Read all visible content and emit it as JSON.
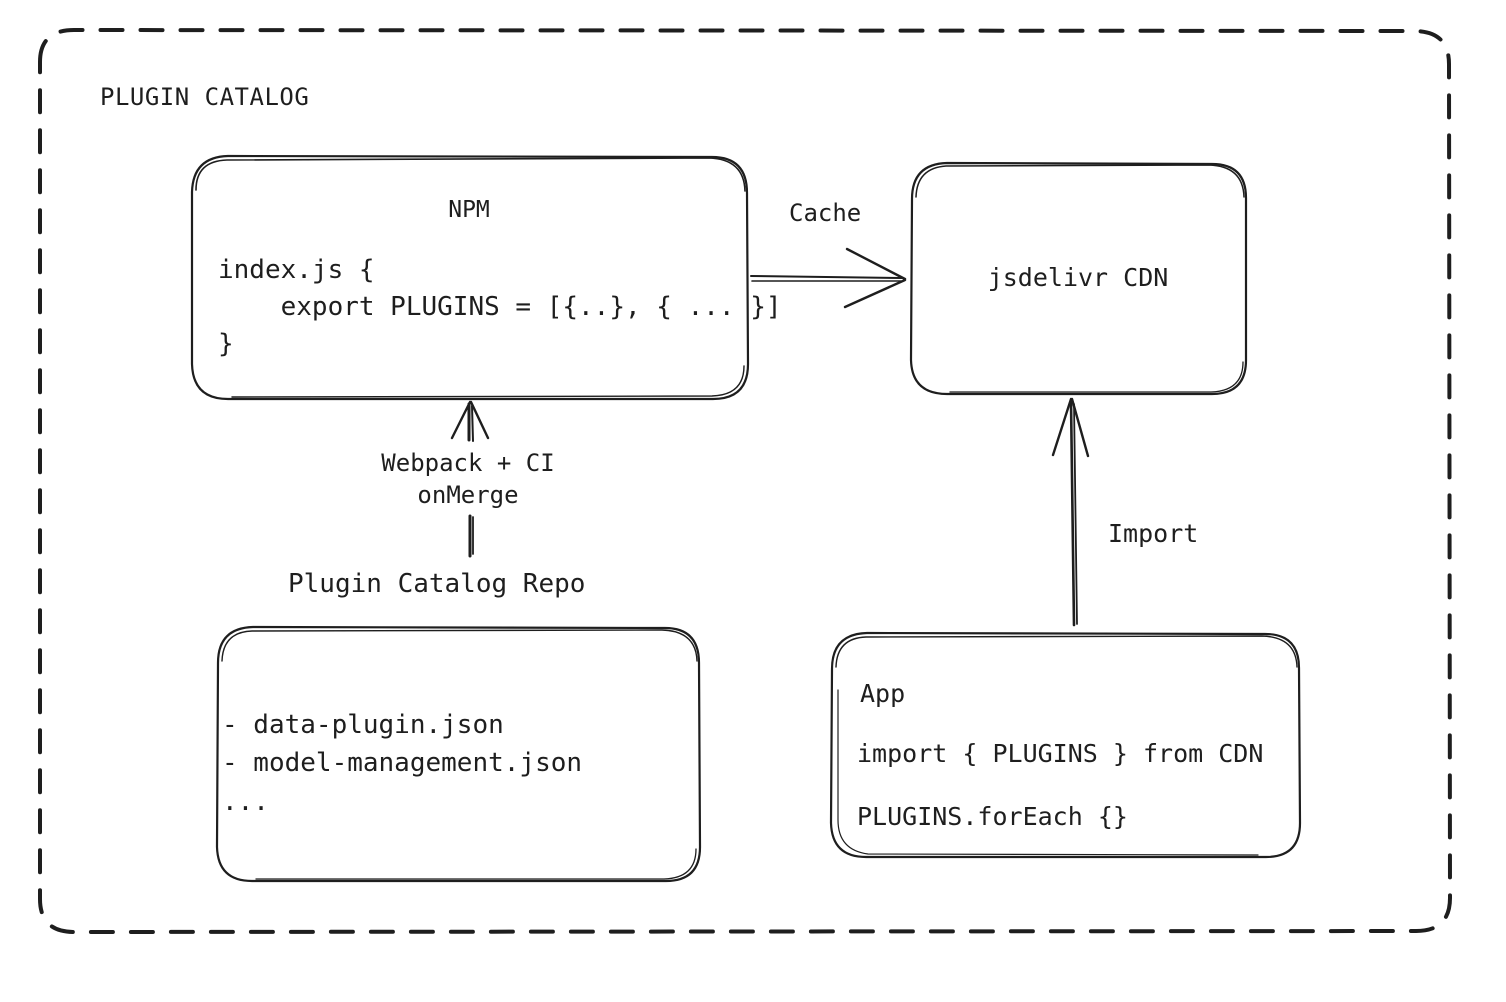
{
  "diagram": {
    "title": "PLUGIN CATALOG",
    "style": {
      "background": "#ffffff",
      "stroke": "#1e1e1e",
      "container_border": "dashed"
    },
    "nodes": {
      "npm": {
        "name": "NPM",
        "title": "NPM",
        "code_lines": [
          "index.js {",
          "    export PLUGINS = [{..}, { ... }]",
          "}"
        ],
        "code_block": "index.js {\n    export PLUGINS = [{..}, { ... }]\n}"
      },
      "cdn": {
        "name": "jsdelivr CDN",
        "title": "jsdelivr CDN"
      },
      "repo": {
        "name": "Plugin Catalog Repo",
        "label": "Plugin Catalog Repo",
        "file_lines": [
          "- data-plugin.json",
          "- model-management.json",
          "..."
        ],
        "file_block": "- data-plugin.json\n- model-management.json\n..."
      },
      "app": {
        "name": "App",
        "title": "App",
        "code_line_1": "import { PLUGINS } from CDN",
        "code_line_2": "PLUGINS.forEach {}"
      }
    },
    "edges": {
      "npm_to_cdn": {
        "label": "Cache",
        "from": "NPM",
        "to": "jsdelivr CDN",
        "direction": "right"
      },
      "repo_to_npm": {
        "label_line_1": "Webpack + CI",
        "label_line_2": "onMerge",
        "label_block": "Webpack + CI\nonMerge",
        "from": "Plugin Catalog Repo",
        "to": "NPM",
        "direction": "up"
      },
      "app_to_cdn": {
        "label": "Import",
        "from": "App",
        "to": "jsdelivr CDN",
        "direction": "up"
      }
    }
  }
}
